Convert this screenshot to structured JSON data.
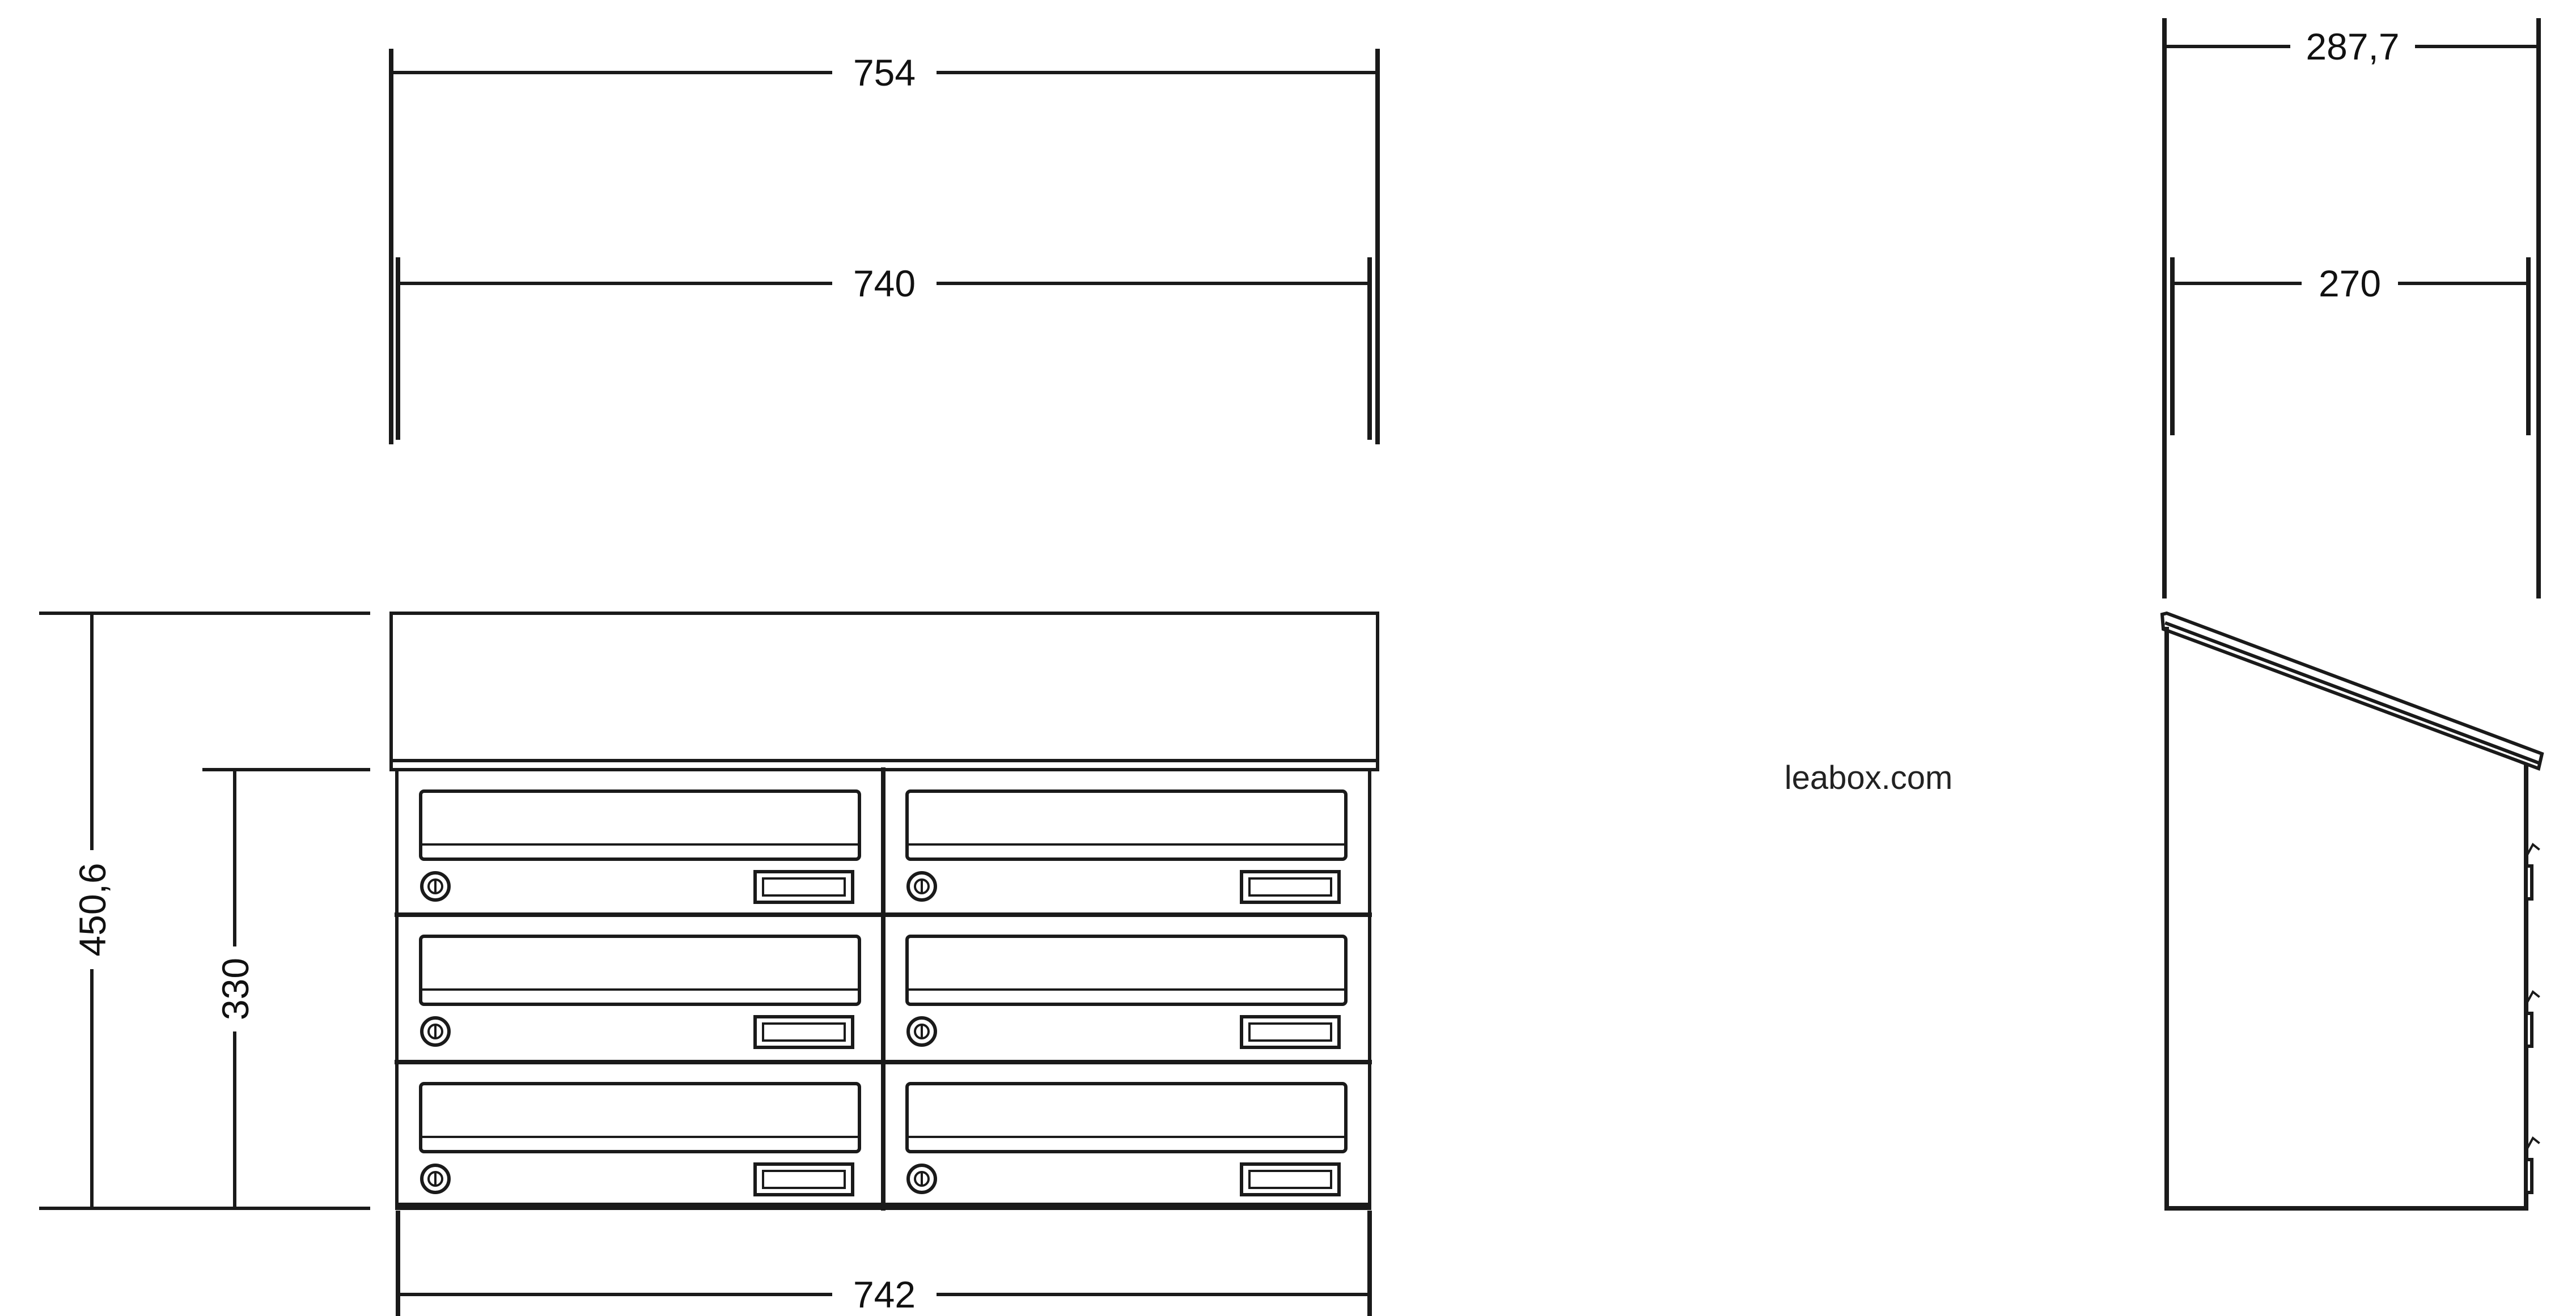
{
  "dimensions": {
    "top_outer_width": "754",
    "top_inner_width": "740",
    "bottom_width": "742",
    "total_height": "450,6",
    "box_height": "330",
    "side_outer_depth": "287,7",
    "side_inner_depth": "270"
  },
  "brand": "leabox.com",
  "mailbox_grid": {
    "rows": 3,
    "columns": 2
  },
  "icons": {
    "lock": "lock-icon",
    "name_tag": "name-tag-icon"
  },
  "colors": {
    "line": "#1a1a1a",
    "background": "#ffffff"
  }
}
